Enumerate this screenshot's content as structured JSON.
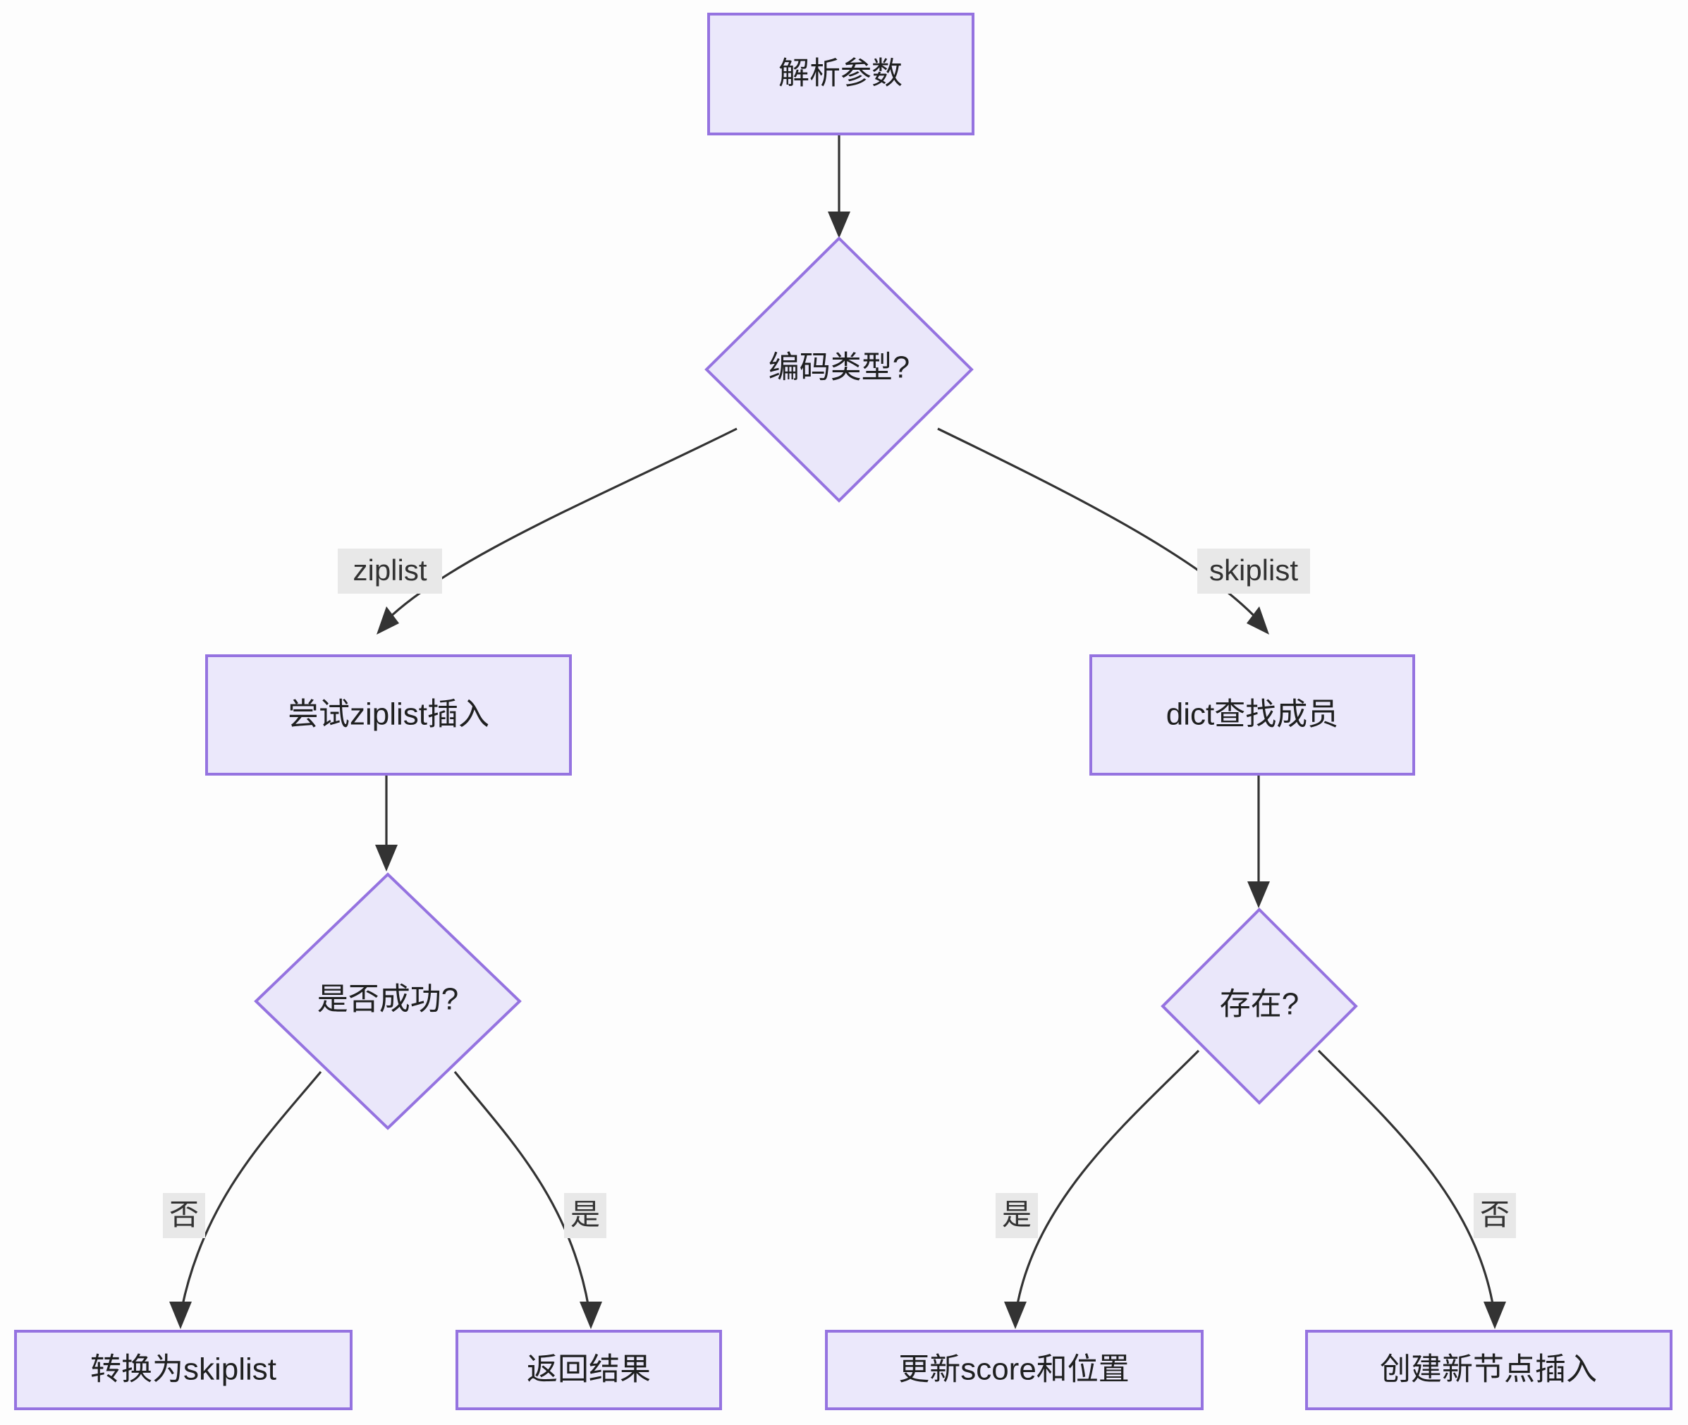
{
  "diagram": {
    "title": "",
    "type": "flowchart",
    "direction": "top-down",
    "colors": {
      "node_fill": "#ebe8fb",
      "node_border": "#9573e0",
      "edge_stroke": "#333333",
      "edge_label_bg": "#e8e8e8",
      "text": "#1f2020",
      "background": "#fdfdfd"
    },
    "nodes": [
      {
        "id": "n1",
        "label": "解析参数",
        "shape": "rect"
      },
      {
        "id": "n2",
        "label": "编码类型?",
        "shape": "diamond"
      },
      {
        "id": "n3",
        "label": "尝试ziplist插入",
        "shape": "rect"
      },
      {
        "id": "n4",
        "label": "dict查找成员",
        "shape": "rect"
      },
      {
        "id": "n5",
        "label": "是否成功?",
        "shape": "diamond"
      },
      {
        "id": "n6",
        "label": "存在?",
        "shape": "diamond"
      },
      {
        "id": "n7",
        "label": "转换为skiplist",
        "shape": "rect"
      },
      {
        "id": "n8",
        "label": "返回结果",
        "shape": "rect"
      },
      {
        "id": "n9",
        "label": "更新score和位置",
        "shape": "rect"
      },
      {
        "id": "n10",
        "label": "创建新节点插入",
        "shape": "rect"
      }
    ],
    "edges": [
      {
        "from": "n1",
        "to": "n2",
        "label": ""
      },
      {
        "from": "n2",
        "to": "n3",
        "label": "ziplist"
      },
      {
        "from": "n2",
        "to": "n4",
        "label": "skiplist"
      },
      {
        "from": "n3",
        "to": "n5",
        "label": ""
      },
      {
        "from": "n4",
        "to": "n6",
        "label": ""
      },
      {
        "from": "n5",
        "to": "n7",
        "label": "否"
      },
      {
        "from": "n5",
        "to": "n8",
        "label": "是"
      },
      {
        "from": "n6",
        "to": "n9",
        "label": "是"
      },
      {
        "from": "n6",
        "to": "n10",
        "label": "否"
      }
    ]
  }
}
